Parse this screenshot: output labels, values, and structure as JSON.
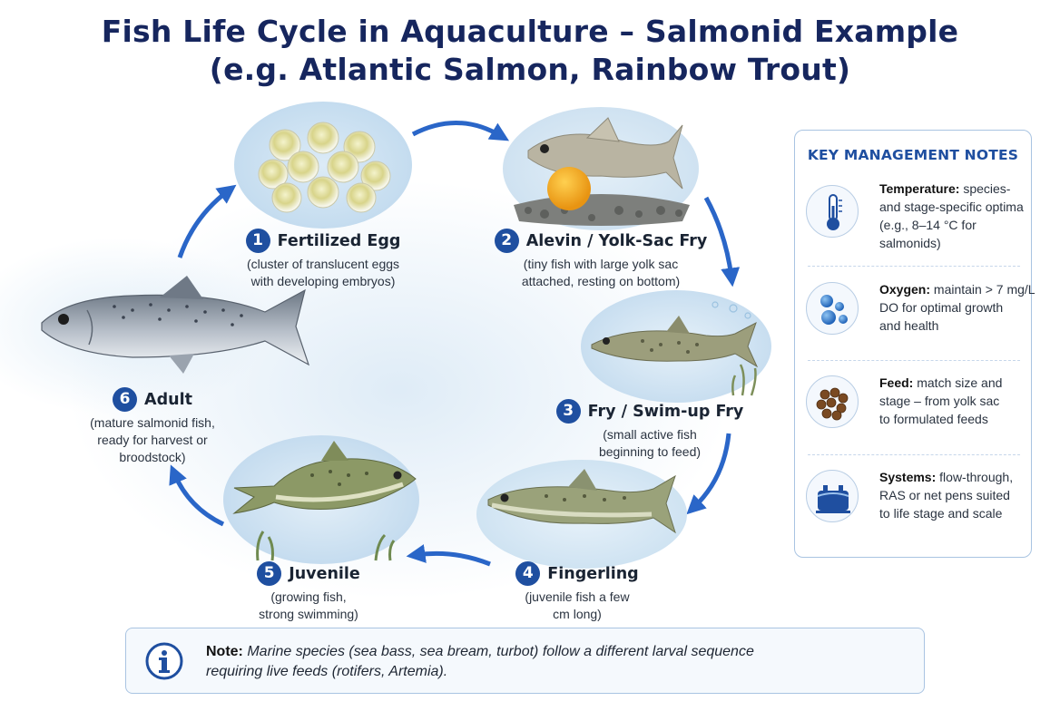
{
  "title": {
    "line1": "Fish Life Cycle in Aquaculture – Salmonid Example",
    "line2": "(e.g. Atlantic Salmon, Rainbow Trout)"
  },
  "colors": {
    "title": "#16265e",
    "accent": "#1f4fa0",
    "arrow": "#2a66c8",
    "panel_border": "#a9c4e2"
  },
  "stages": [
    {
      "number": "1",
      "name": "Fertilized Egg",
      "desc1": "(cluster of translucent eggs",
      "desc2": "with developing embryos)",
      "icon": "egg-cluster"
    },
    {
      "number": "2",
      "name": "Alevin / Yolk-Sac Fry",
      "desc1": "(tiny fish with large yolk sac",
      "desc2": "attached, resting on bottom)",
      "icon": "alevin-fish"
    },
    {
      "number": "3",
      "name": "Fry / Swim-up Fry",
      "desc1": "(small active fish",
      "desc2": "beginning to feed)",
      "icon": "fry-fish"
    },
    {
      "number": "4",
      "name": "Fingerling",
      "desc1": "(juvenile fish a few",
      "desc2": "cm long)",
      "icon": "fingerling-fish"
    },
    {
      "number": "5",
      "name": "Juvenile",
      "desc1": "(growing fish,",
      "desc2": "strong swimming)",
      "icon": "juvenile-fish"
    },
    {
      "number": "6",
      "name": "Adult",
      "desc1": "(mature salmonid fish,",
      "desc2": "ready for harvest or",
      "desc3": "broodstock)",
      "icon": "adult-salmon"
    }
  ],
  "notes": {
    "title": "KEY MANAGEMENT NOTES",
    "items": [
      {
        "label": "Temperature:",
        "l1": " species-",
        "l2": "and stage-specific optima",
        "l3": "(e.g., 8–14 °C for",
        "l4": "salmonids)",
        "icon": "thermometer-icon"
      },
      {
        "label": "Oxygen:",
        "l1": " maintain > 7 mg/L",
        "l2": "DO for optimal growth",
        "l3": "and health",
        "icon": "bubbles-icon"
      },
      {
        "label": "Feed:",
        "l1": " match size and",
        "l2": "stage – from yolk sac",
        "l3": "to formulated feeds",
        "icon": "feed-pellets-icon"
      },
      {
        "label": "Systems:",
        "l1": " flow-through,",
        "l2": "RAS or net pens suited",
        "l3": "to life stage and scale",
        "icon": "tank-icon"
      }
    ]
  },
  "footer_note": {
    "label": "Note:",
    "line1": " Marine species (sea bass, sea bream, turbot) follow a different larval sequence",
    "line2": "requiring live feeds (rotifers, Artemia).",
    "icon": "info-icon"
  }
}
